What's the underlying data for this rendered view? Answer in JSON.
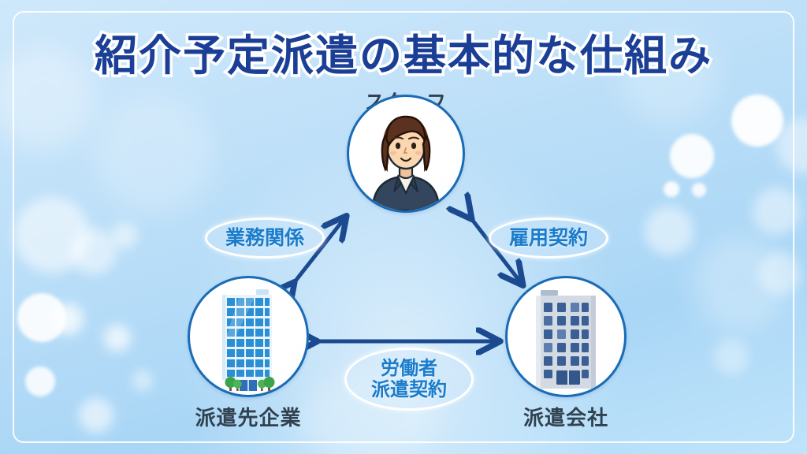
{
  "page": {
    "title": "紹介予定派遣の基本的な仕組み",
    "background_color": "#bcdff8",
    "accent_color": "#1a6bb5",
    "title_color": "#1b3f96",
    "label_color": "#1a7ccb",
    "node_label_color": "#31414f",
    "arrow_color": "#1b4a90"
  },
  "diagram": {
    "type": "triangle-relationship",
    "nodes": [
      {
        "id": "staff",
        "label": "スタッフ",
        "icon": "businesswoman-avatar-icon",
        "position": "top-center"
      },
      {
        "id": "client",
        "label": "派遣先企業",
        "icon": "blue-office-tower-icon",
        "position": "bottom-left"
      },
      {
        "id": "agency",
        "label": "派遣会社",
        "icon": "gray-office-building-icon",
        "position": "bottom-right"
      }
    ],
    "edges": [
      {
        "id": "gyomu",
        "label": "業務関係",
        "from": "client",
        "to": "staff",
        "arrow": "double-headed",
        "position": "left"
      },
      {
        "id": "koyo",
        "label": "雇用契約",
        "from": "staff",
        "to": "agency",
        "arrow": "double-headed",
        "position": "right"
      },
      {
        "id": "haken",
        "label_line1": "労働者",
        "label_line2": "派遣契約",
        "from": "client",
        "to": "agency",
        "arrow": "double-headed",
        "position": "bottom"
      }
    ]
  }
}
